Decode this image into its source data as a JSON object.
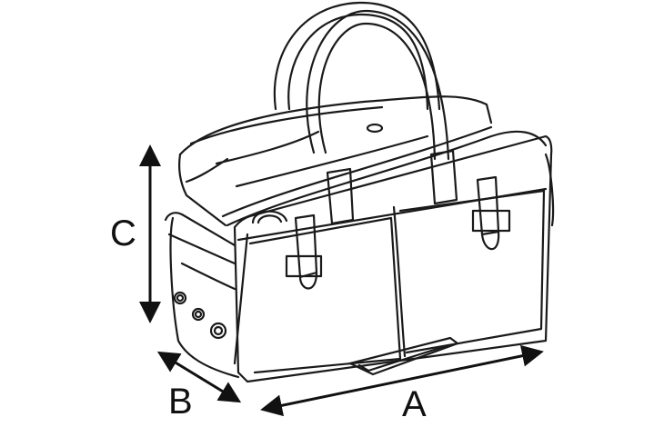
{
  "diagram": {
    "subject": "pet carrier bag",
    "colors": {
      "line": "#1a1a1a",
      "background": "#ffffff",
      "arrow": "#111111"
    },
    "dimensions": [
      {
        "id": "A",
        "label": "A"
      },
      {
        "id": "B",
        "label": "B"
      },
      {
        "id": "C",
        "label": "C"
      }
    ]
  }
}
